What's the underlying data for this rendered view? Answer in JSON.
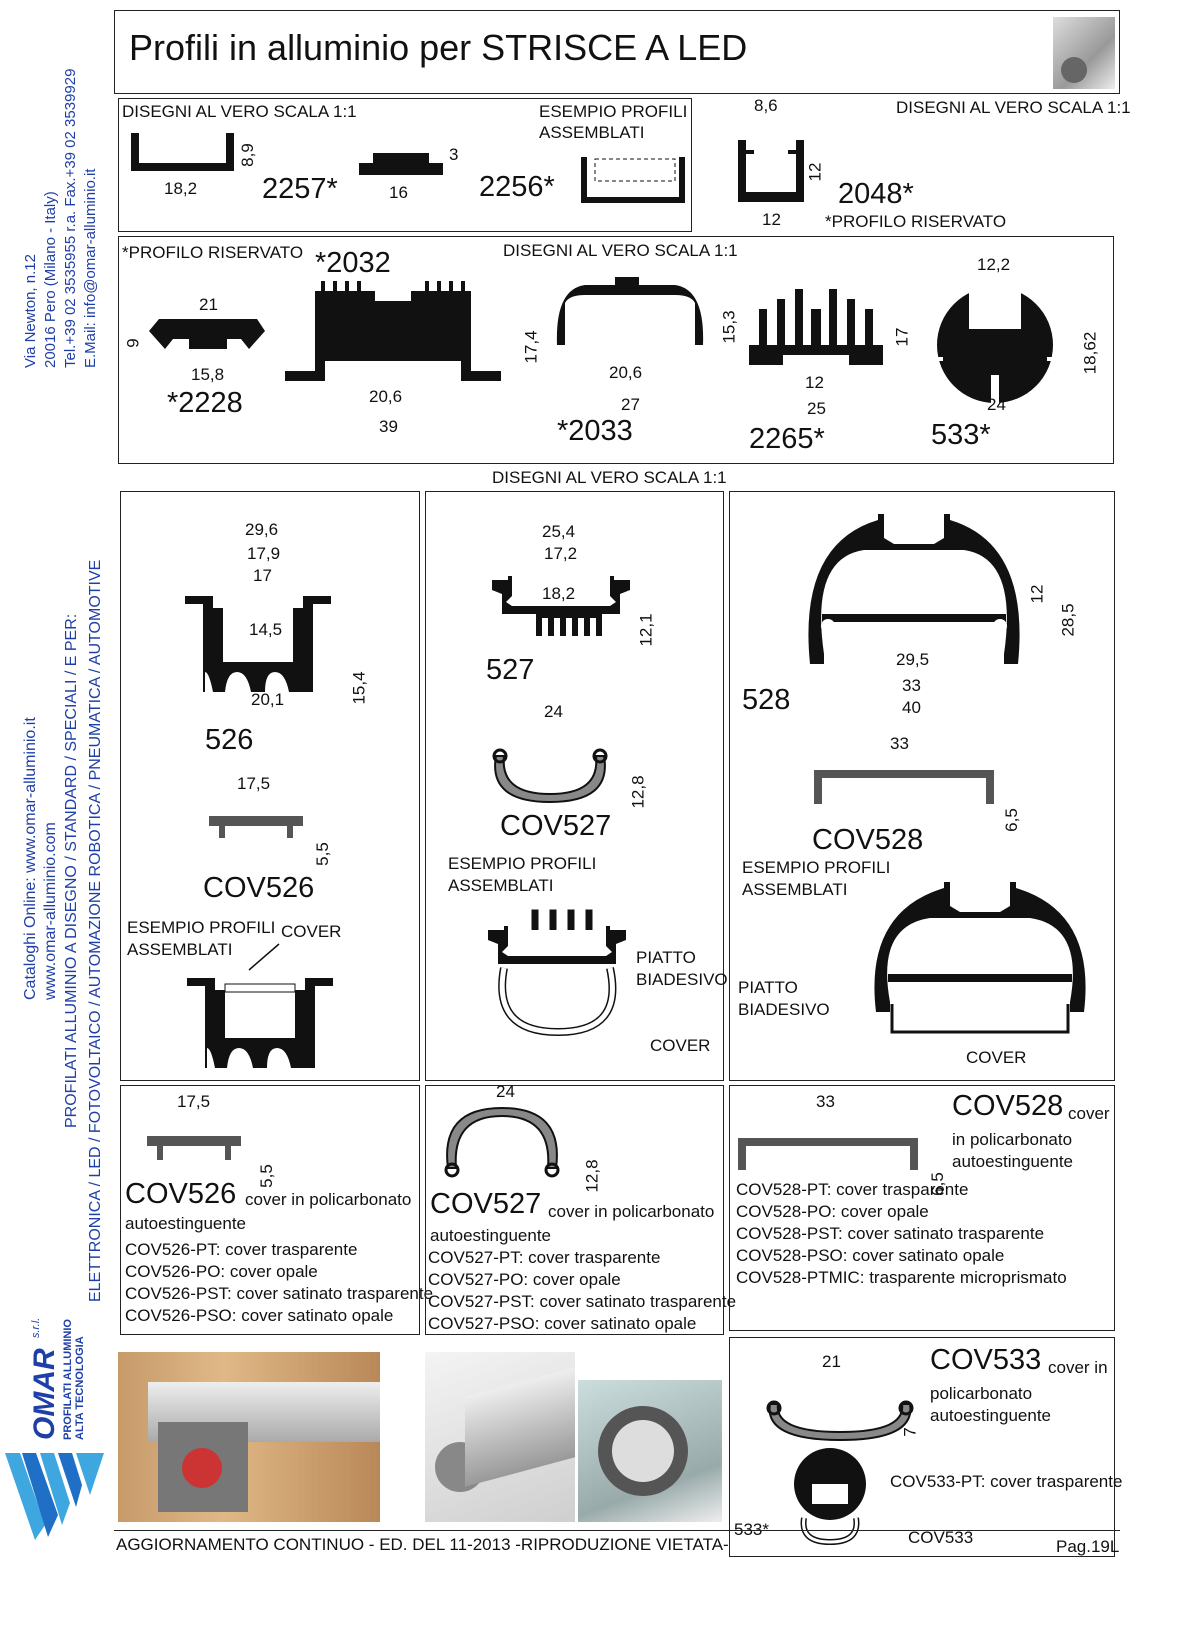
{
  "header": {
    "title": "Profili in alluminio per STRISCE A LED"
  },
  "sidebar": {
    "address": [
      "Via Newton, n.12",
      "20016 Pero (Milano - Italy)",
      "Tel.+39 02 3535955 r.a. Fax.+39 02 3539929",
      "E.Mail: info@omar-alluminio.it"
    ],
    "catalog": [
      "Cataloghi Online: www.omar-alluminio.it",
      "www.omar-alluminio.com",
      "PROFILATI ALLUMINIO A DISEGNO / STANDARD / SPECIALI / E PER:",
      "ELETTRONICA / LED / FOTOVOLTAICO / AUTOMAZIONE ROBOTICA / PNEUMATICA / AUTOMOTIVE"
    ],
    "logo_brand": "OMAR",
    "logo_suffix": "s.r.l.",
    "logo_tagline": [
      "PROFILATI ALLUMINIO",
      "ALTA TECNOLOGIA"
    ]
  },
  "section1": {
    "scale_label": "DISEGNI AL VERO SCALA 1:1",
    "assembled_label": [
      "ESEMPIO PROFILI",
      "ASSEMBLATI"
    ],
    "p2257": {
      "code": "2257*",
      "w": "18,2",
      "h": "8,9"
    },
    "p2256": {
      "code": "2256*",
      "w": "16",
      "h": "3"
    },
    "p2048": {
      "code": "2048*",
      "top": "8,6",
      "h": "12",
      "w": "12",
      "note": "*PROFILO RISERVATO"
    },
    "scale_label_right": "DISEGNI AL VERO SCALA 1:1"
  },
  "section2": {
    "reserved": "*PROFILO RISERVATO",
    "scale_label": "DISEGNI AL VERO SCALA 1:1",
    "p2228": {
      "code": "*2228",
      "w": "21",
      "inner": "15,8",
      "h": "9"
    },
    "p2032": {
      "code": "*2032",
      "inner": "20,6",
      "w": "39",
      "h": "17,4"
    },
    "p2033": {
      "code": "*2033",
      "inner": "20,6",
      "w": "27",
      "h": "15,3"
    },
    "p2265": {
      "code": "2265*",
      "inner": "12",
      "w": "25",
      "h": "17"
    },
    "p533": {
      "code": "533*",
      "top": "12,2",
      "w": "24",
      "h": "18,62"
    }
  },
  "section3": {
    "scale_label": "DISEGNI AL VERO SCALA 1:1",
    "p526": {
      "code": "526",
      "d1": "29,6",
      "d2": "17,9",
      "d3": "17",
      "d4": "14,5",
      "d5": "20,1",
      "h": "15,4"
    },
    "cov526": {
      "code": "COV526",
      "w": "17,5",
      "h": "5,5"
    },
    "assembled526": [
      "ESEMPIO PROFILI",
      "ASSEMBLATI"
    ],
    "cover_label": "COVER",
    "p527": {
      "code": "527",
      "d1": "25,4",
      "d2": "17,2",
      "d3": "18,2",
      "h": "12,1"
    },
    "cov527": {
      "code": "COV527",
      "w": "24",
      "h": "12,8"
    },
    "assembled527": [
      "ESEMPIO PROFILI",
      "ASSEMBLATI"
    ],
    "piatto527": [
      "PIATTO",
      "BIADESIVO"
    ],
    "cover527": "COVER",
    "p528": {
      "code": "528",
      "d1": "29,5",
      "d2": "33",
      "d3": "40",
      "h1": "12",
      "h2": "28,5"
    },
    "cov528": {
      "code": "COV528",
      "w": "33",
      "h": "6,5"
    },
    "assembled528": [
      "ESEMPIO PROFILI",
      "ASSEMBLATI"
    ],
    "piatto528": [
      "PIATTO",
      "BIADESIVO"
    ],
    "cover528": "COVER"
  },
  "section4": {
    "c526": {
      "w": "17,5",
      "h": "5,5",
      "code": "COV526",
      "desc": "cover in policarbonato",
      "desc2": "autoestinguente",
      "items": [
        "COV526-PT: cover trasparente",
        "COV526-PO: cover opale",
        "COV526-PST: cover satinato trasparente",
        "COV526-PSO: cover satinato opale"
      ]
    },
    "c527": {
      "w": "24",
      "h": "12,8",
      "code": "COV527",
      "desc": "cover in policarbonato",
      "desc2": "autoestinguente",
      "items": [
        "COV527-PT: cover trasparente",
        "COV527-PO: cover opale",
        "COV527-PST: cover satinato trasparente",
        "COV527-PSO: cover satinato opale"
      ]
    },
    "c528": {
      "w": "33",
      "h": "6,5",
      "code": "COV528",
      "desc": "cover",
      "desc2": "in policarbonato",
      "desc3": "autoestinguente",
      "items": [
        "COV528-PT: cover trasparente",
        "COV528-PO: cover opale",
        "COV528-PST: cover satinato trasparente",
        "COV528-PSO: cover satinato opale",
        "COV528-PTMIC: trasparente microprismato"
      ]
    }
  },
  "section5": {
    "c533": {
      "w": "21",
      "h": "7",
      "code": "COV533",
      "desc": "cover in",
      "desc2": "policarbonato",
      "desc3": "autoestinguente",
      "item": "COV533-PT: cover trasparente",
      "label533": "533*",
      "label_cov": "COV533"
    }
  },
  "footer": {
    "text": "AGGIORNAMENTO CONTINUO - ED. DEL 11-2013 -RIPRODUZIONE VIETATA-",
    "page": "Pag.19L"
  },
  "colors": {
    "accent_blue": "#1f3fa8",
    "profile_black": "#111111",
    "line": "#222222"
  }
}
